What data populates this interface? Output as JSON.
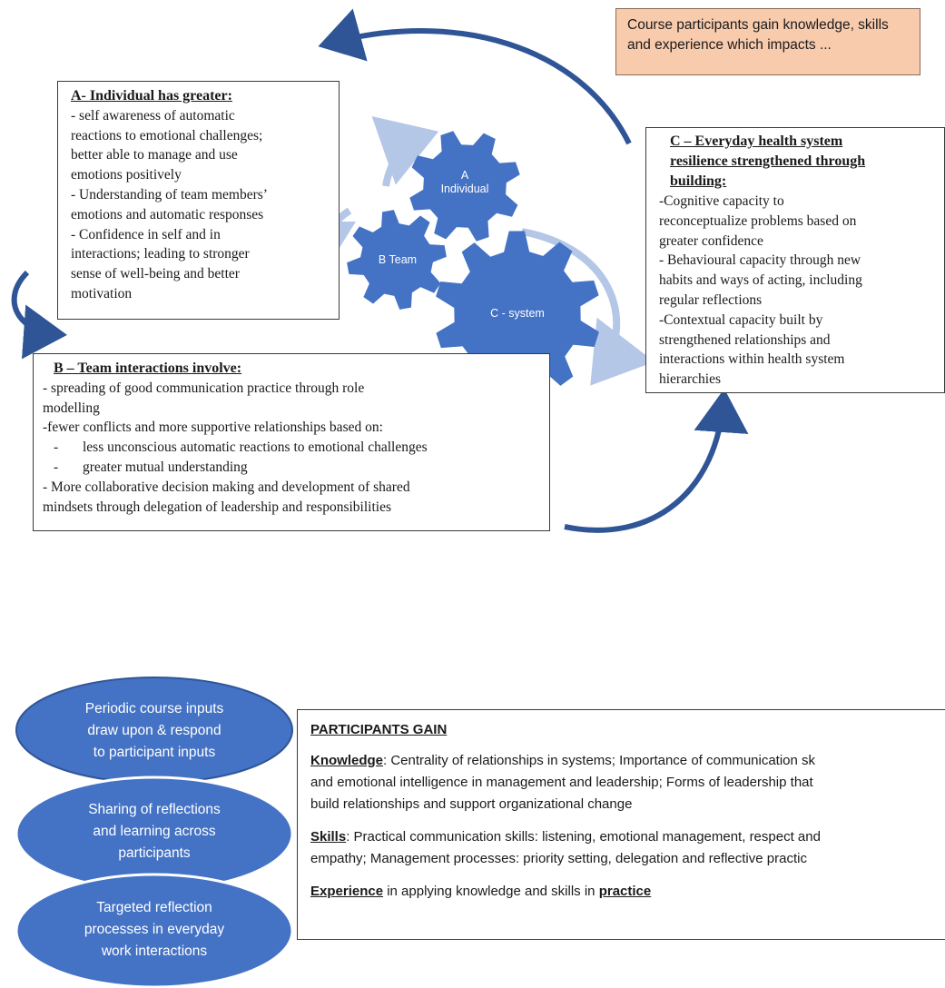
{
  "note": "Course participants gain knowledge, skills and experience which impacts ...",
  "box_a": {
    "heading": "A- Individual has greater:",
    "lines": [
      "- self awareness of automatic",
      "reactions to emotional challenges;",
      "better able to manage and use",
      "emotions positively",
      "- Understanding of team members’",
      "emotions and automatic responses",
      "- Confidence in self and in",
      "interactions; leading to stronger",
      "sense of well-being and better",
      "motivation"
    ]
  },
  "box_b": {
    "heading": "B – Team interactions involve:",
    "lines": [
      "- spreading of good communication practice through role",
      "modelling",
      "-fewer conflicts and more supportive relationships based on:"
    ],
    "bullets": [
      "less unconscious automatic reactions to emotional challenges",
      "greater mutual understanding"
    ],
    "tail": [
      "- More collaborative decision making and development of shared",
      "mindsets through delegation of leadership and responsibilities"
    ]
  },
  "box_c": {
    "heading": [
      "C – Everyday health system",
      "resilience strengthened through",
      "building:"
    ],
    "lines": [
      "-Cognitive capacity to",
      "reconceptualize problems based on",
      "greater confidence",
      "- Behavioural capacity through new",
      "habits and ways of acting, including",
      "regular reflections",
      "-Contextual capacity built by",
      "strengthened relationships and",
      "interactions within health system",
      "hierarchies"
    ]
  },
  "gears": {
    "a_line1": "A",
    "a_line2": "Individual",
    "b": "B Team",
    "c": "C - system"
  },
  "ellipses": [
    [
      "Periodic course inputs",
      "draw upon & respond",
      "to participant inputs"
    ],
    [
      "Sharing of reflections",
      "and learning across",
      "participants"
    ],
    [
      "Targeted reflection",
      "processes in everyday",
      "work interactions"
    ]
  ],
  "gain": {
    "heading": "PARTICIPANTS GAIN",
    "knowledge_kw": "Knowledge",
    "knowledge_l1": ": Centrality of relationships in systems; Importance of communication sk",
    "knowledge_l2": "and emotional intelligence in management and leadership; Forms of leadership that",
    "knowledge_l3": "build relationships and support organizational change",
    "skills_kw": "Skills",
    "skills_l1": ": Practical communication skills: listening, emotional management, respect and",
    "skills_l2": "empathy; Management processes:  priority setting, delegation and reflective practic",
    "experience_kw": "Experience",
    "experience_mid": " in applying knowledge and skills in ",
    "practice_kw": "practice"
  },
  "colors": {
    "gear_blue": "#4472c4",
    "arrow_dark": "#2f5597",
    "arrow_light": "#b4c7e7",
    "note_fill": "#f8cbad",
    "ellipse_fill": "#4472c4"
  }
}
